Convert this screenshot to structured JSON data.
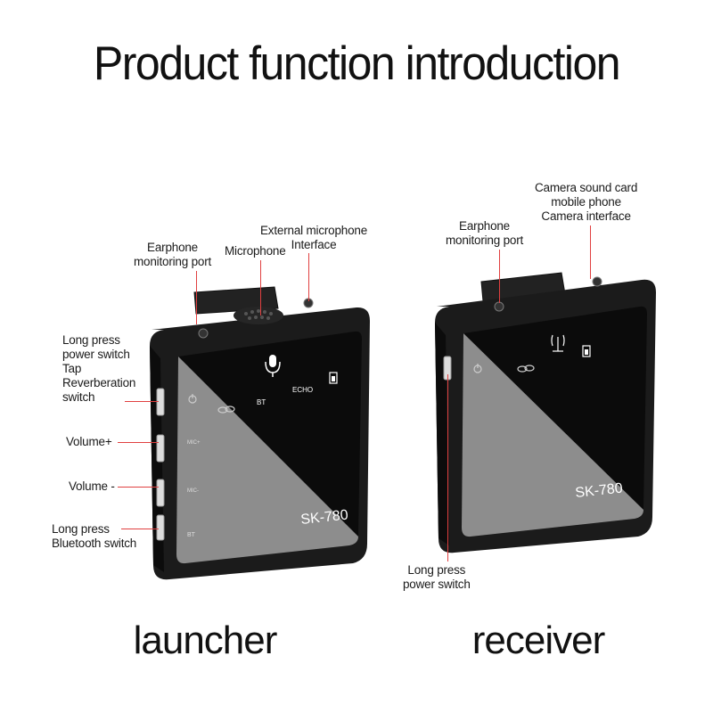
{
  "title": "Product function introduction",
  "launcher": {
    "caption": "launcher",
    "model": "SK-780",
    "labels": {
      "earphone": [
        "Earphone",
        "monitoring port"
      ],
      "microphone": "Microphone",
      "external_mic": [
        "External microphone",
        "Interface"
      ],
      "power_reverb": [
        "Long press",
        "power switch",
        "Tap",
        "Reverberation",
        "switch"
      ],
      "volume_up": "Volume+",
      "volume_down": "Volume -",
      "bluetooth": [
        "Long press",
        "Bluetooth switch"
      ]
    },
    "screen_icons": {
      "bt": "BT",
      "echo": "ECHO"
    },
    "side_marks": {
      "mic_plus": "MIC+",
      "mic_minus": "MIC-",
      "bt": "BT"
    }
  },
  "receiver": {
    "caption": "receiver",
    "model": "SK-780",
    "labels": {
      "camera_interface": [
        "Camera sound card",
        "mobile phone",
        "Camera interface"
      ],
      "earphone": [
        "Earphone",
        "monitoring port"
      ],
      "power": [
        "Long press",
        "power switch"
      ]
    }
  },
  "colors": {
    "callout_line": "#e04040",
    "device_body": "#1b1b1b",
    "screen_gray": "#8d8d8d"
  }
}
